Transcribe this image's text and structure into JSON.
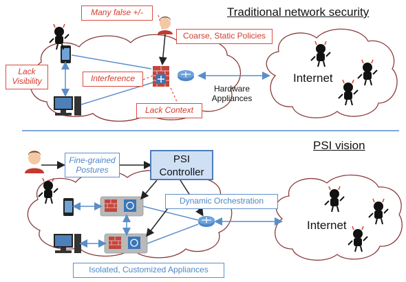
{
  "top": {
    "heading": "Traditional network security",
    "many_false": "Many false +/-",
    "coarse_policies": "Coarse, Static Policies",
    "lack_visibility_1": "Lack",
    "lack_visibility_2": "Visibility",
    "interference": "Interference",
    "lack_context": "Lack Context",
    "internet": "Internet",
    "hardware_1": "Hardware",
    "hardware_2": "Appliances"
  },
  "bottom": {
    "heading": "PSI vision",
    "fine_grained_1": "Fine-grained",
    "fine_grained_2": "Postures",
    "controller_1": "PSI",
    "controller_2": "Controller",
    "dynamic": "Dynamic Orchestration",
    "internet": "Internet",
    "isolated": "Isolated, Customized Appliances"
  },
  "colors": {
    "red_label": "#d33a2c",
    "blue_label": "#4f86c6",
    "cloud_stroke": "#8b3a3a",
    "divider": "#7ba7d6"
  }
}
